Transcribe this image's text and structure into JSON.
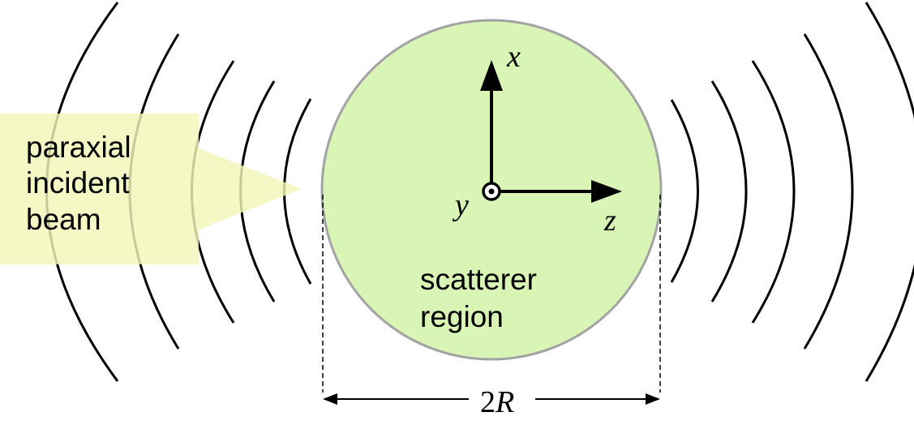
{
  "beam": {
    "line1": "paraxial",
    "line2": "incident",
    "line3": "beam",
    "fill_color": "#f4f8c4"
  },
  "scatterer": {
    "line1": "scatterer",
    "line2": "region",
    "fill_color": "#d9f5b5",
    "stroke_color": "#a3a3a3"
  },
  "axes": {
    "x_label": "x",
    "y_label": "y",
    "z_label": "z"
  },
  "dimension": {
    "label_number": "2",
    "label_var": "R"
  },
  "waves": {
    "stroke_color": "#000000"
  }
}
